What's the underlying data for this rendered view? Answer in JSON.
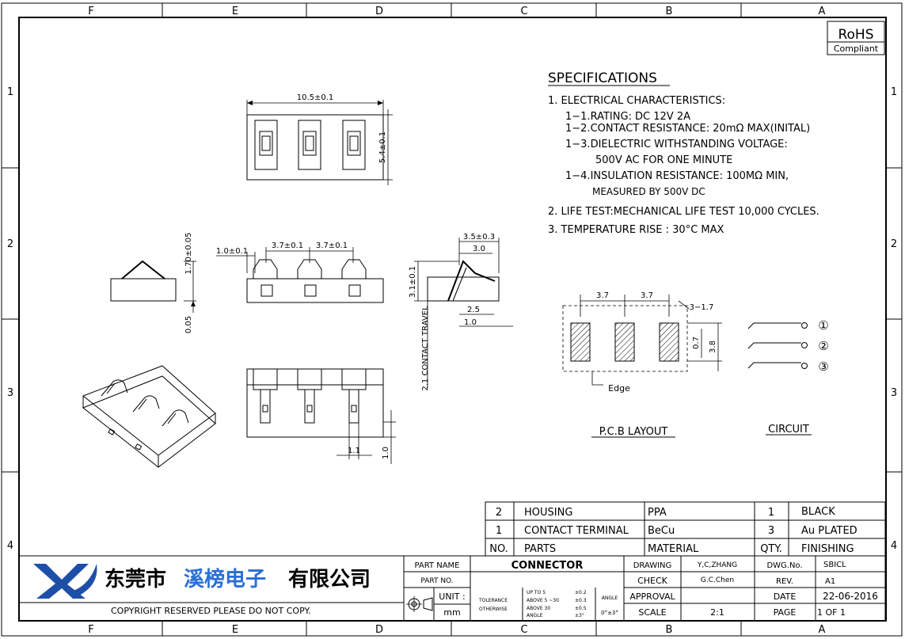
{
  "frame": {
    "columns": [
      "F",
      "E",
      "D",
      "C",
      "B",
      "A"
    ],
    "rows": [
      "1",
      "2",
      "3",
      "4"
    ]
  },
  "rohs": {
    "line1": "RoHS",
    "line2": "Compliant"
  },
  "specifications": {
    "title": "SPECIFICATIONS",
    "lines": [
      "1. ELECTRICAL  CHARACTERISTICS:",
      "1−1.RATING:  DC  12V  2A",
      "1−2.CONTACT  RESISTANCE:  20mΩ  MAX(INITAL)",
      "1−3.DIELECTRIC  WITHSTANDING  VOLTAGE:",
      "500V  AC  FOR  ONE  MINUTE",
      "1−4.INSULATION  RESISTANCE:  100MΩ  MIN,",
      "MEASURED  BY  500V  DC",
      "2.  LIFE  TEST:MECHANICAL  LIFE  TEST  10,000  CYCLES.",
      "3.  TEMPERATURE  RISE  :  30°C  MAX"
    ]
  },
  "dimensions": {
    "top_width": "10.5±0.1",
    "top_height": "5.4±0.1",
    "side_height": "1.70±0.05",
    "side_gap": "0.05",
    "front_edge": "1.0±0.1",
    "pitch1": "3.7±0.1",
    "pitch2": "3.7±0.1",
    "profile_depth": "3.5±0.3",
    "profile_inner": "3.0",
    "profile_height": "3.1±0.1",
    "profile_travel": "2.1 CONTACT TRAVEL",
    "profile_25": "2.5",
    "profile_10": "1.0",
    "bottom_11": "1.1",
    "bottom_10": "1.0"
  },
  "pcb": {
    "title": "P.C.B  LAYOUT",
    "pitch1": "3.7",
    "pitch2": "3.7",
    "margin": "3−1.7",
    "pad_w": "0.7",
    "height": "3.8",
    "edge_label": "Edge"
  },
  "circuit": {
    "title": "CIRCUIT",
    "pins": [
      "①",
      "②",
      "③"
    ]
  },
  "bom": [
    {
      "no": "2",
      "part": "HOUSING",
      "material": "PPA",
      "qty": "1",
      "finishing": "BLACK"
    },
    {
      "no": "1",
      "part": "CONTACT  TERMINAL",
      "material": "BeCu",
      "qty": "3",
      "finishing": "Au  PLATED"
    }
  ],
  "bom_header": {
    "no": "NO.",
    "part": "PARTS",
    "material": "MATERIAL",
    "qty": "QTY.",
    "finishing": "FINISHING"
  },
  "company": {
    "name_black1": "东莞市",
    "name_blue": "溪榜电子",
    "name_black2": "有限公司",
    "copyright": "COPYRIGHT  RESERVED PLEASE  DO  NOT  COPY.",
    "logo_color": "#1e4fa8",
    "name_blue_color": "#2a6fd6"
  },
  "title_block": {
    "part_name_label": "PART NAME",
    "part_name": "CONNECTOR",
    "part_no_label": "PART NO.",
    "unit_label": "UNIT :",
    "unit": "mm",
    "tol_label1": "TOLERANCE",
    "tol_label2": "OTHERWISE",
    "tol_r1": "UP TO 5",
    "tol_v1": "±0.2",
    "tol_r2": "ABOVE 5 ~30",
    "tol_v2": "±0.3",
    "tol_r3": "ABOVE 30",
    "tol_v3": "±0.5",
    "tol_r4": "ANGLE",
    "tol_v4": "±3°",
    "angle_label": "ANGLE",
    "angle_value": "0°±3°",
    "drawing_label": "DRAWING",
    "drawing": "Y,C,ZHANG",
    "check_label": "CHECK",
    "check": "G.C.Chen",
    "approval_label": "APPROVAL",
    "scale_label": "SCALE",
    "scale": "2:1",
    "dwg_label": "DWG.No.",
    "dwg": "SBICL",
    "rev_label": "REV.",
    "rev": "A1",
    "date_label": "DATE",
    "date": "22-06-2016",
    "page_label": "PAGE",
    "page": "1  OF  1"
  }
}
